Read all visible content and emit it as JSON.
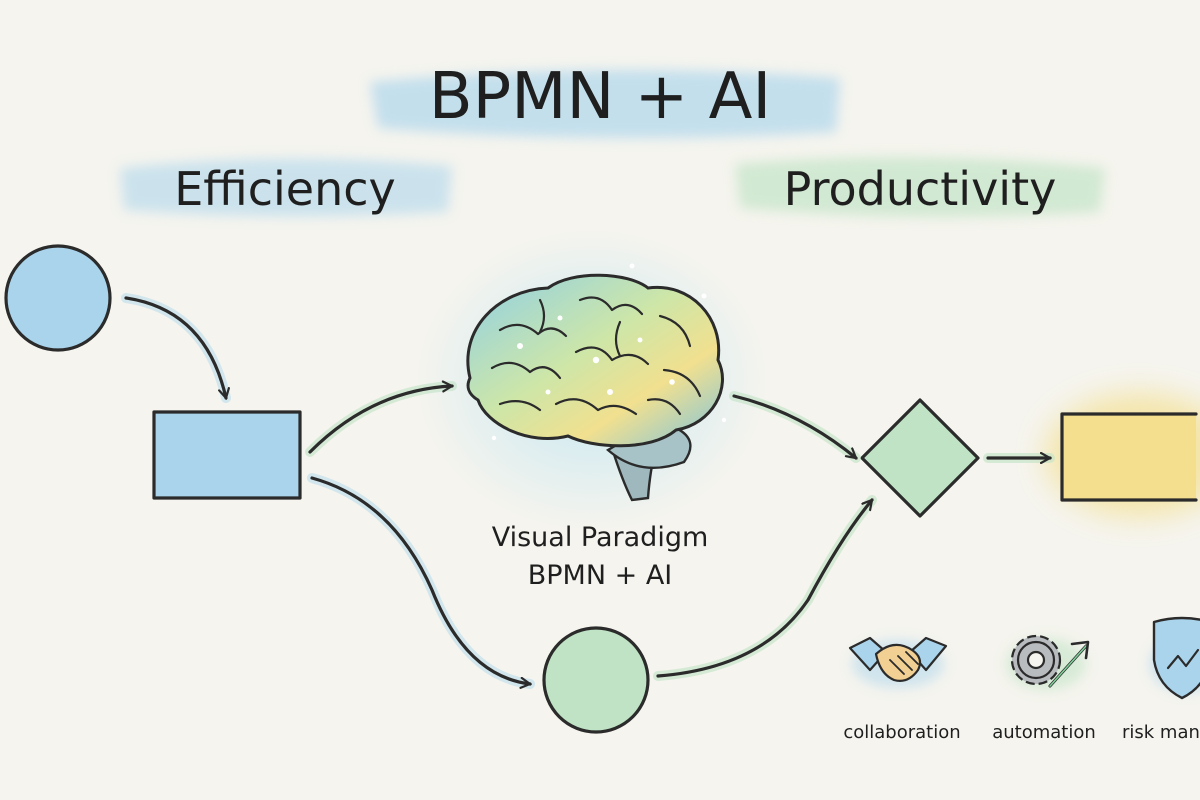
{
  "title": "BPMN + AI",
  "left_heading": "Efficiency",
  "right_heading": "Productivity",
  "center_label": {
    "line1": "Visual Paradigm",
    "line2": "BPMN + AI"
  },
  "icons": [
    {
      "label": "collaboration",
      "icon": "handshake-icon"
    },
    {
      "label": "automation",
      "icon": "gear-arrow-icon"
    },
    {
      "label": "risk manc",
      "icon": "shield-icon"
    }
  ],
  "colors": {
    "background": "#f5f4ee",
    "blue": "#a9d4ec",
    "green": "#bfe3c4",
    "yellow": "#f4df8e",
    "ink": "#2b2b2b"
  }
}
